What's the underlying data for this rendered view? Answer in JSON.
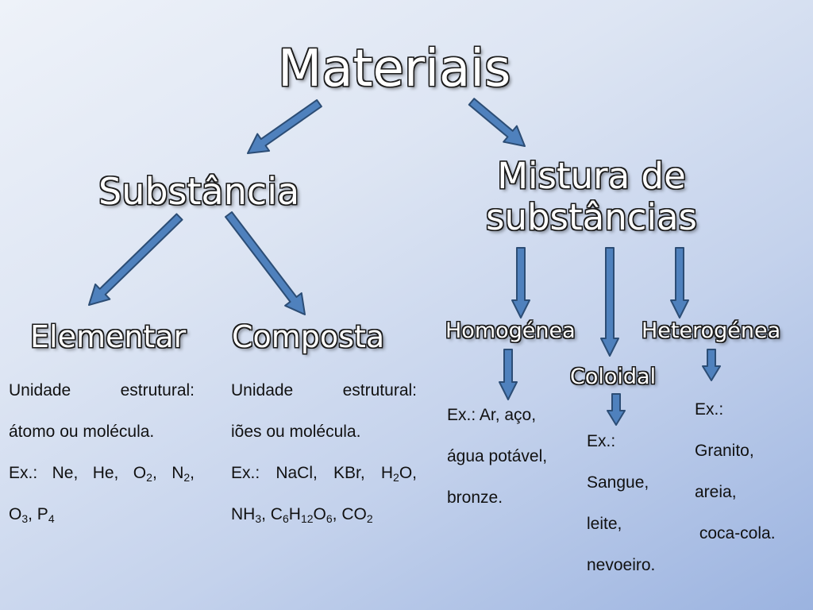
{
  "title": "Materiais",
  "nodes": {
    "substancia": "Substância",
    "mistura_line1": "Mistura de",
    "mistura_line2": "substâncias",
    "elementar": "Elementar",
    "composta": "Composta",
    "homogenea": "Homogénea",
    "coloidal": "Coloidal",
    "heterogenea": "Heterogénea"
  },
  "descriptions": {
    "elementar": {
      "line1": "Unidade estrutural:",
      "line2": "átomo ou molécula.",
      "ex_prefix": "Ex.: Ne, He, O",
      "sub_o2": "2",
      "sep1": ", N",
      "sub_n2": "2",
      "sep2": ",",
      "o3_O": "O",
      "sub_o3": "3",
      "sep3": ", P",
      "sub_p4": "4"
    },
    "composta": {
      "line1": "Unidade estrutural:",
      "line2": "iões ou molécula.",
      "ex_prefix": "Ex.: NaCl, KBr, H",
      "sub_h2": "2",
      "after_h2o": "O,",
      "nh": "NH",
      "sub_nh3": "3",
      "c_sep": ", C",
      "sub_c6": "6",
      "h": "H",
      "sub_h12": "12",
      "o": "O",
      "sub_o6": "6",
      "co_sep": ", CO",
      "sub_co2": "2"
    },
    "homogenea": {
      "line1": "Ex.: Ar, aço,",
      "line2": "água potável,",
      "line3": "bronze."
    },
    "coloidal": {
      "line1": "Ex.:",
      "line2": "Sangue,",
      "line3": "leite,",
      "line4": "nevoeiro."
    },
    "heterogenea": {
      "line1": "Ex.:",
      "line2": "Granito,",
      "line3": "areia,",
      "line4": " coca-cola."
    }
  },
  "colors": {
    "arrow_fill": "#4f81bd",
    "arrow_stroke": "#2c4d75",
    "background_light": "#eef2f9",
    "background_dark": "#9bb3e0"
  }
}
